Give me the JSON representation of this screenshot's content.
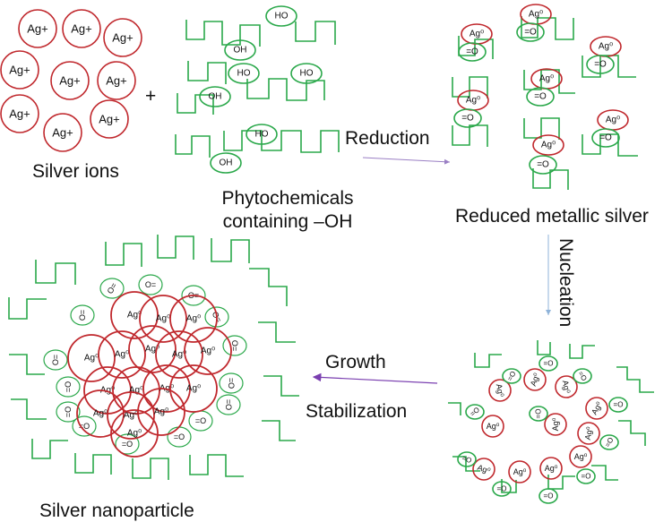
{
  "labels": {
    "silver_ions": "Silver ions",
    "plus": "+",
    "phyto_line1": "Phytochemicals",
    "phyto_line2": "containing –OH",
    "reduction": "Reduction",
    "reduced": "Reduced metallic silver",
    "nucleation": "Nucleation",
    "growth": "Growth",
    "stabilization": "Stabilization",
    "nanoparticle": "Silver nanoparticle"
  },
  "species": {
    "ion": "Ag+",
    "oh": "OH",
    "ho": "HO",
    "ag0": "Ag⁰",
    "eq_o": "=O",
    "o_eq": "O="
  },
  "colors": {
    "silver": "#c0282d",
    "organic": "#2aa84a",
    "reduction_arrow": "#9a7fc4",
    "nucleation_arrow": "#8fb3d9",
    "growth_arrow": "#7a3fb0"
  }
}
